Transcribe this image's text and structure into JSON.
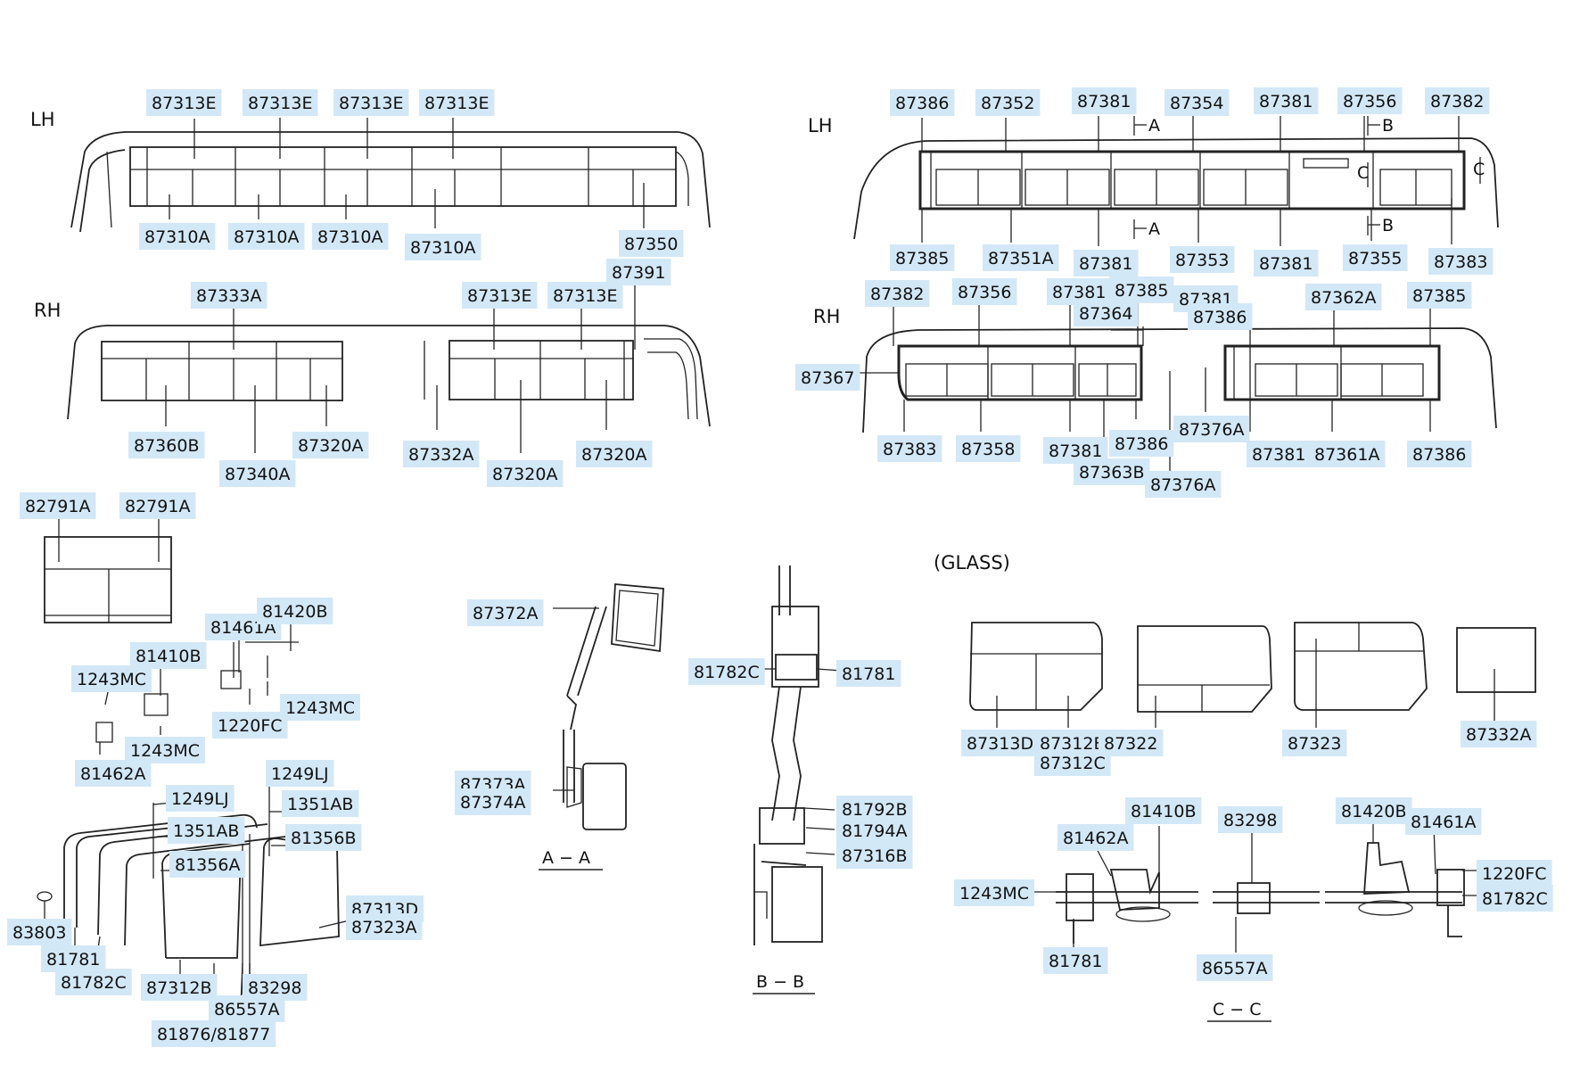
{
  "diagram": {
    "side_labels": [
      {
        "id": "lh-left",
        "text": "LH"
      },
      {
        "id": "rh-left",
        "text": "RH"
      },
      {
        "id": "lh-right",
        "text": "LH"
      },
      {
        "id": "rh-right",
        "text": "RH"
      }
    ],
    "glass_heading": "(GLASS)",
    "section_titles": [
      {
        "id": "aa",
        "text": "A − A"
      },
      {
        "id": "bb",
        "text": "B − B"
      },
      {
        "id": "cc",
        "text": "C − C"
      }
    ],
    "section_markers": [
      "A",
      "A",
      "B",
      "B",
      "C",
      "C"
    ],
    "parts": [
      "87313E",
      "87313E",
      "87313E",
      "87313E",
      "87310A",
      "87310A",
      "87310A",
      "87310A",
      "87350",
      "87333A",
      "87313E",
      "87313E",
      "87391",
      "87360B",
      "87340A",
      "87320A",
      "87332A",
      "87320A",
      "87320A",
      "87386",
      "87352",
      "87381",
      "87354",
      "87381",
      "87356",
      "87382",
      "87385",
      "87351A",
      "87381",
      "87353",
      "87381",
      "87355",
      "87383",
      "87382",
      "87356",
      "87381",
      "87385",
      "87364",
      "87381",
      "87386",
      "87362A",
      "87385",
      "87367",
      "87383",
      "87358",
      "87381",
      "87386",
      "87363B",
      "87376A",
      "87376A",
      "87381",
      "87361A",
      "87386",
      "82791A",
      "82791A",
      "81461A",
      "81420B",
      "81410B",
      "1243MC",
      "1243MC",
      "1220FC",
      "1243MC",
      "81462A",
      "1249LJ",
      "1249LJ",
      "1351AB",
      "1351AB",
      "81356B",
      "81356A",
      "87313D",
      "87323A",
      "83803",
      "81781",
      "81782C",
      "87312B",
      "83298",
      "86557A",
      "81876/81877",
      "87372A",
      "87373A",
      "87374A",
      "81782C",
      "81781",
      "81792B",
      "81794A",
      "87316B",
      "87313D",
      "87312B",
      "87312C",
      "87322",
      "87323",
      "87332A",
      "81410B",
      "83298",
      "81420B",
      "81461A",
      "81462A",
      "1243MC",
      "1220FC",
      "81782C",
      "81781",
      "86557A"
    ]
  }
}
